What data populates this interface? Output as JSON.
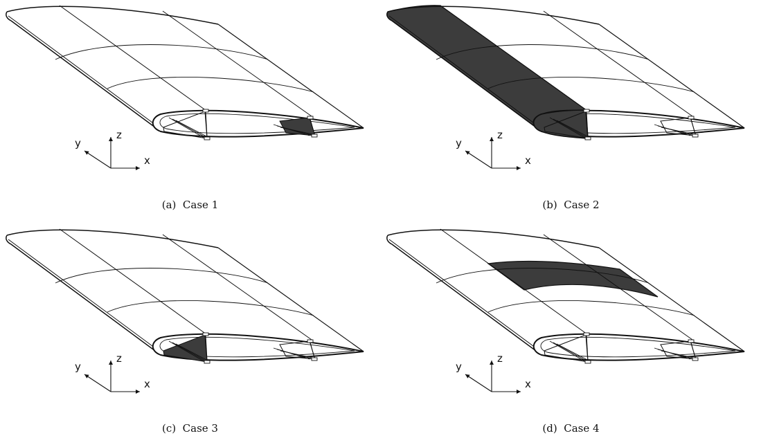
{
  "panels": [
    {
      "caption": "(a)  Case 1",
      "highlight": "rear-spar",
      "axes": {
        "x": "x",
        "y": "y",
        "z": "z"
      }
    },
    {
      "caption": "(b)  Case 2",
      "highlight": "leading-edge-skin",
      "axes": {
        "x": "x",
        "y": "y",
        "z": "z"
      }
    },
    {
      "caption": "(c)  Case 3",
      "highlight": "front-spar",
      "axes": {
        "x": "x",
        "y": "y",
        "z": "z"
      }
    },
    {
      "caption": "(d)  Case 4",
      "highlight": "upper-skin-panel",
      "axes": {
        "x": "x",
        "y": "y",
        "z": "z"
      }
    }
  ],
  "colors": {
    "highlight": "#3c3c3c",
    "line": "#111111",
    "background": "#ffffff"
  }
}
